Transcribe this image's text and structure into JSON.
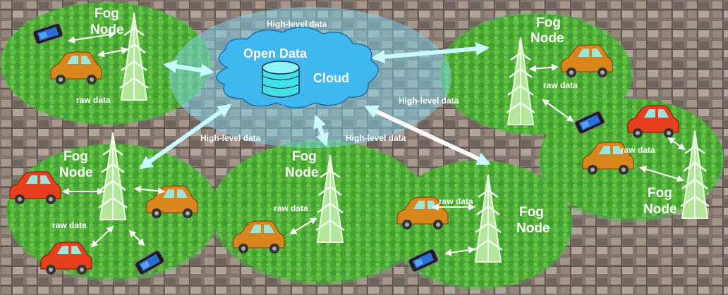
{
  "labels": {
    "fog_node_line1": "Fog",
    "fog_node_line2": "Node",
    "raw_data": "raw data",
    "high_level_data": "High-level data",
    "open_data": "Open Data",
    "cloud": "Cloud"
  },
  "colors": {
    "fog_zone": "#3ec83a",
    "cloud_zone": "#7fd6f0",
    "cloud_fill": "#3fb8f0",
    "database": "#43e0e8",
    "tower": "#c8f0b0",
    "car_orange": "#d9861c",
    "car_red": "#e8401e",
    "arrow_cloud": "#c8fbff",
    "arrow_local": "#ffffff"
  },
  "icons": [
    "fog-tower-icon",
    "car-icon",
    "smartphone-icon",
    "cloud-icon",
    "database-icon"
  ]
}
